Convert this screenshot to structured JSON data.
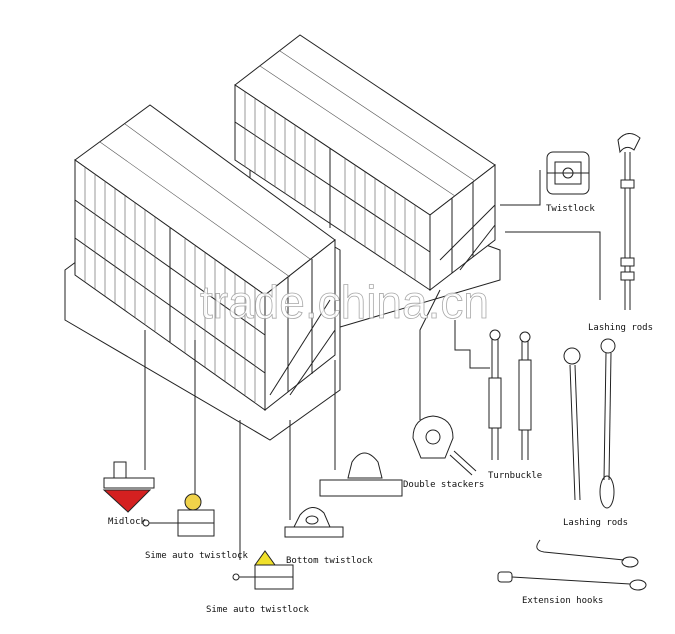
{
  "watermark": "trade.china.cn",
  "labels": {
    "twistlock": "Twistlock",
    "lashing_rods_top": "Lashing rods",
    "turnbuckle": "Turnbuckle",
    "double_stackers": "Double stackers",
    "lashing_rods_bottom": "Lashing rods",
    "midlock": "Midlock",
    "sime_auto_twistlock_1": "Sime auto twistlock",
    "bottom_twistlock": "Bottom twistlock",
    "sime_auto_twistlock_2": "Sime auto twistlock",
    "extension_hooks": "Extension hooks"
  },
  "colors": {
    "midlock": "#d42020",
    "sime_auto_twistlock_1": "#f0d24a",
    "sime_auto_twistlock_2": "#f0e02a"
  }
}
